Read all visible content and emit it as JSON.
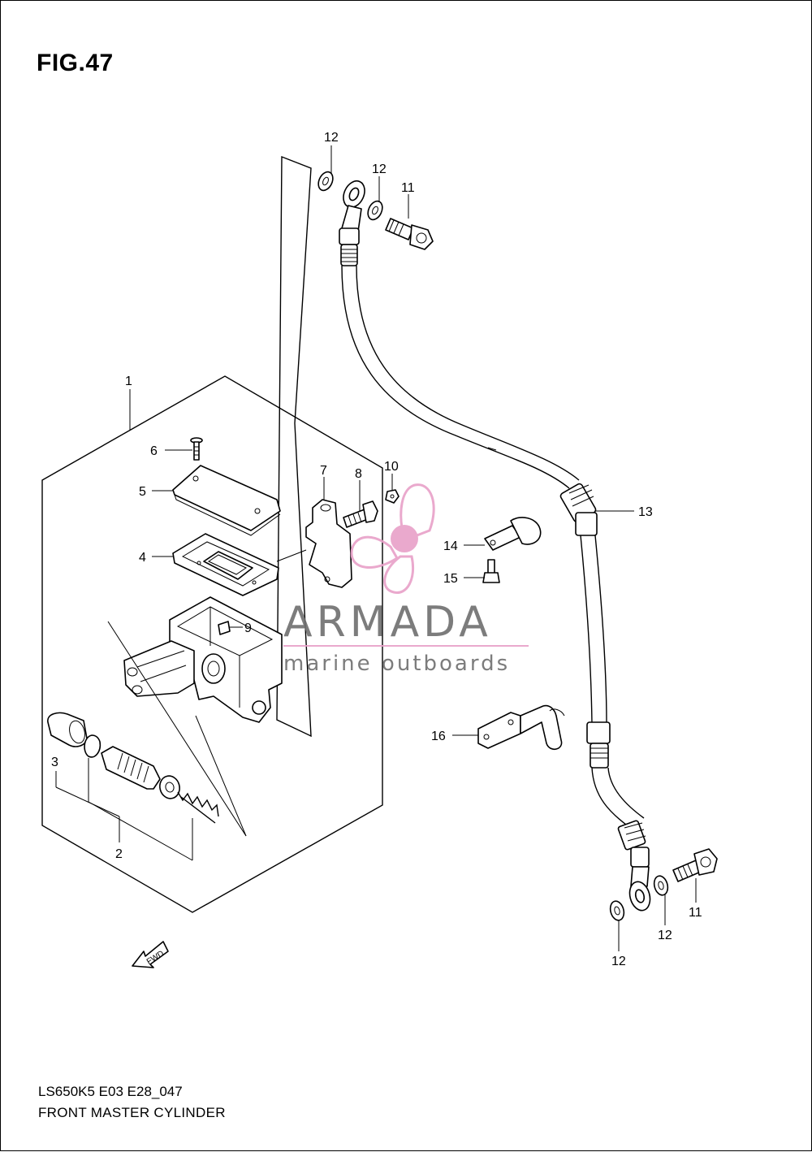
{
  "figure": {
    "title": "FIG.47",
    "code": "LS650K5 E03 E28_047",
    "caption": "FRONT MASTER CYLINDER"
  },
  "direction_arrow": {
    "label": "FWD"
  },
  "watermark": {
    "brand": "ARMADA",
    "tagline": "marine outboards",
    "accent_color": "#e8a0c8",
    "text_color": "#6e6e6e",
    "icon": "propeller-icon"
  },
  "callouts": {
    "c1": "1",
    "c2": "2",
    "c3": "3",
    "c4": "4",
    "c5": "5",
    "c6": "6",
    "c7": "7",
    "c8": "8",
    "c9": "9",
    "c10": "10",
    "c11a": "11",
    "c11b": "11",
    "c12a": "12",
    "c12b": "12",
    "c12c": "12",
    "c12d": "12",
    "c13": "13",
    "c14": "14",
    "c15": "15",
    "c16": "16"
  }
}
